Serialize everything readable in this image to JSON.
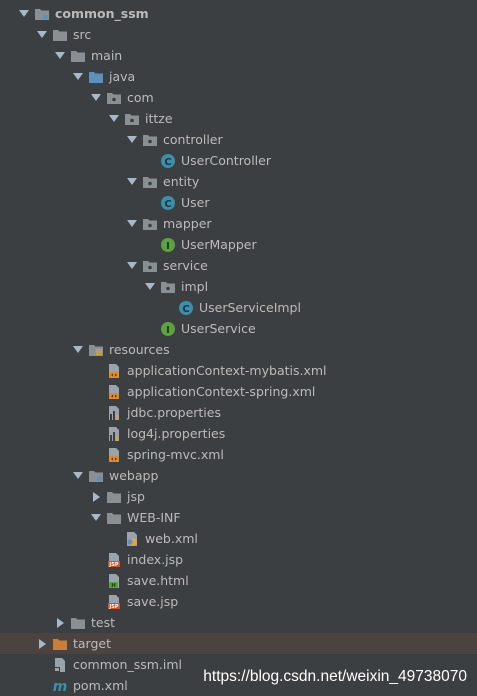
{
  "colors": {
    "background": "#3c3f41",
    "text": "#bbbbbb",
    "folder": "#8a8f94",
    "folder_blue": "#5f8fbd",
    "folder_orange": "#c77f3b",
    "class_icon": "#3d8ea8",
    "interface_icon": "#5ca144",
    "selected_row": "#4b4340"
  },
  "tree": {
    "root": "common_ssm",
    "src": "src",
    "main": "main",
    "java": "java",
    "com": "com",
    "ittze": "ittze",
    "controller": "controller",
    "user_controller": "UserController",
    "entity": "entity",
    "user": "User",
    "mapper": "mapper",
    "user_mapper": "UserMapper",
    "service": "service",
    "impl": "impl",
    "user_service_impl": "UserServiceImpl",
    "user_service": "UserService",
    "resources": "resources",
    "app_ctx_mybatis": "applicationContext-mybatis.xml",
    "app_ctx_spring": "applicationContext-spring.xml",
    "jdbc_props": "jdbc.properties",
    "log4j_props": "log4j.properties",
    "spring_mvc": "spring-mvc.xml",
    "webapp": "webapp",
    "jsp": "jsp",
    "web_inf": "WEB-INF",
    "web_xml": "web.xml",
    "index_jsp": "index.jsp",
    "save_html": "save.html",
    "save_jsp": "save.jsp",
    "test": "test",
    "target": "target",
    "iml": "common_ssm.iml",
    "pom": "pom.xml"
  },
  "icon_letters": {
    "class": "C",
    "interface": "I",
    "jsp": "JSP",
    "html": "H",
    "maven": "m"
  },
  "watermark": "https://blog.csdn.net/weixin_49738070"
}
